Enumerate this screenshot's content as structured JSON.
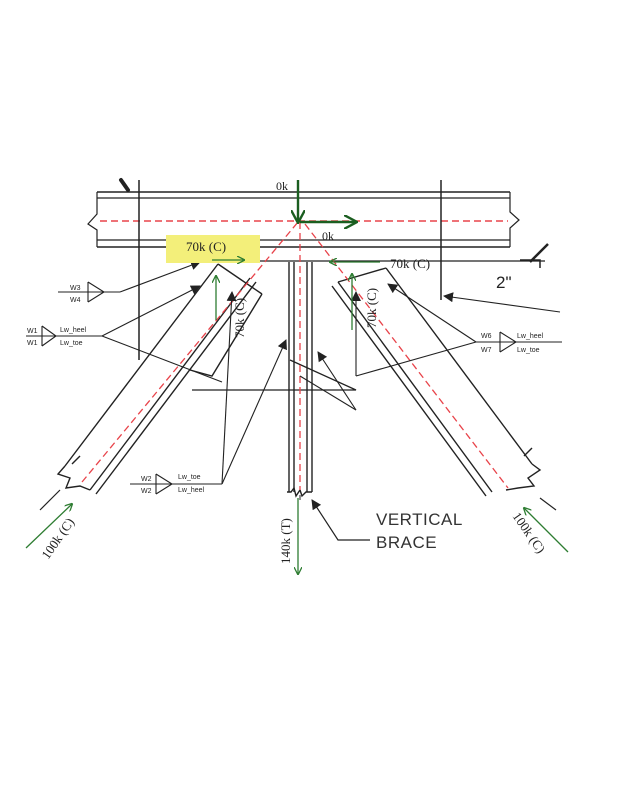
{
  "forces": {
    "top_vertical": "0k",
    "top_horizontal": "0k",
    "left_gusset_horizontal": "70k (C)",
    "left_gusset_vertical": "70k (C)",
    "right_gusset_horizontal": "70k (C)",
    "right_gusset_vertical": "70k (C)",
    "left_brace": "100k (C)",
    "right_brace": "100k (C)",
    "vertical_brace": "140k (T)"
  },
  "labels": {
    "dimension": "2\"",
    "vertical_brace_line1": "VERTICAL",
    "vertical_brace_line2": "BRACE"
  },
  "welds": {
    "left_top": {
      "a": "W3",
      "b": "W4"
    },
    "left_mid": {
      "a": "W1",
      "b": "W1",
      "heel": "Lw_heel",
      "toe": "Lw_toe"
    },
    "right_mid": {
      "a": "W6",
      "b": "W7",
      "heel": "Lw_heel",
      "toe": "Lw_toe"
    },
    "bottom": {
      "a": "W2",
      "b": "W2",
      "toe": "Lw_toe",
      "heel": "Lw_heel"
    }
  },
  "colors": {
    "linework": "#222222",
    "centerline": "#e8434a",
    "force_arrow": "#2e7d32",
    "highlight": "#f3ef7a"
  }
}
